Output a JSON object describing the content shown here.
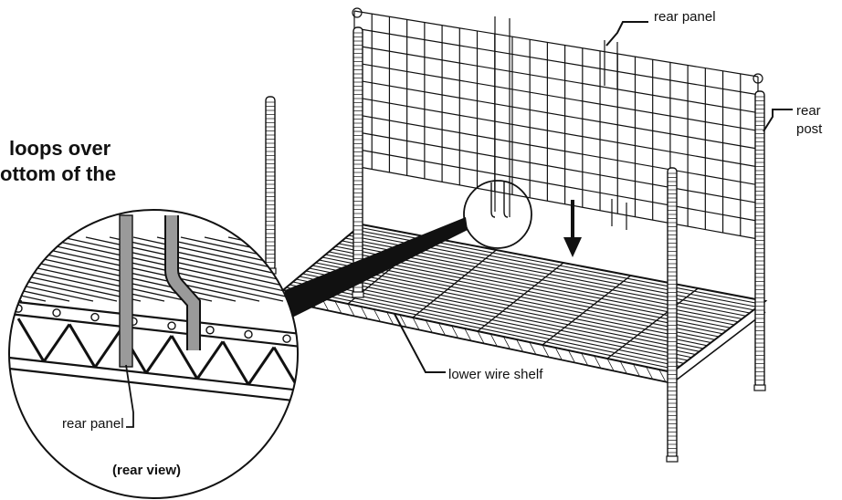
{
  "labels": {
    "rear_panel": "rear panel",
    "rear_post_line1": "rear",
    "rear_post_line2": "post",
    "lower_wire_shelf": "lower wire shelf",
    "detail_rear_panel": "rear panel",
    "detail_caption": "(rear view)"
  },
  "instruction": {
    "line1": "loops over",
    "line2": "ottom of the"
  },
  "colors": {
    "ink": "#111111",
    "panel_wire": "#9a9a9a",
    "background": "#ffffff"
  }
}
